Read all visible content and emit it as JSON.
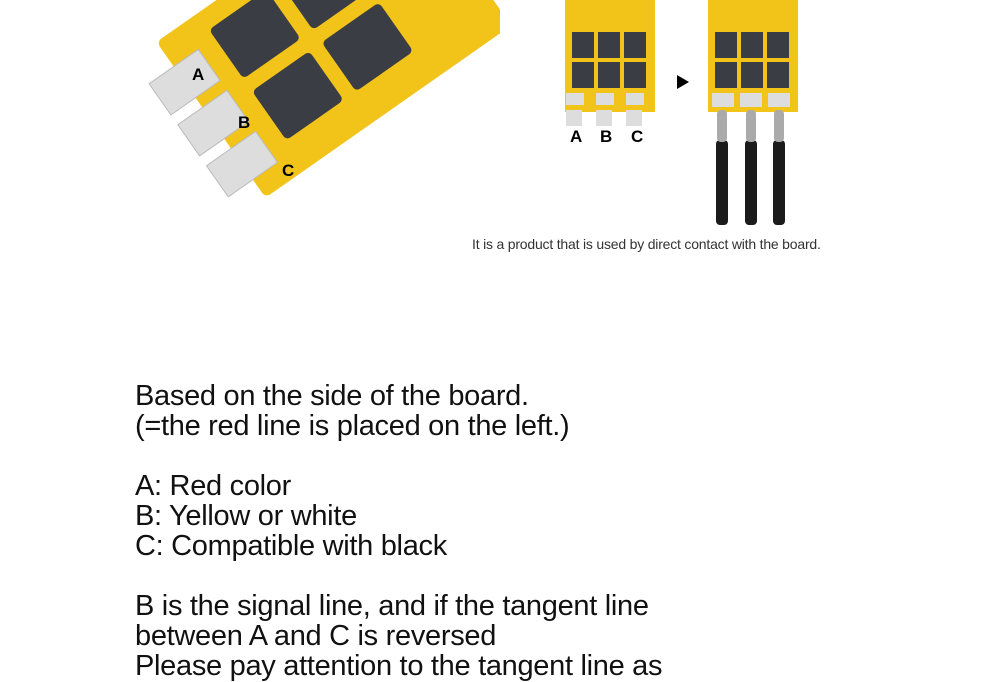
{
  "images": {
    "left_labels": [
      "A",
      "B",
      "C"
    ],
    "right_labels": [
      "A",
      "B",
      "C"
    ],
    "caption": "It is a product that is used by direct contact with the board."
  },
  "text": {
    "lines1": [
      "Based on the side of the board.",
      "(=the red line is placed on the left.)"
    ],
    "lines2": [
      "A: Red color",
      "B: Yellow or white",
      "C: Compatible with black"
    ],
    "lines3": [
      "B is the signal line, and if the tangent line",
      "between A and C is reversed",
      "Please pay attention to the tangent line as"
    ]
  }
}
